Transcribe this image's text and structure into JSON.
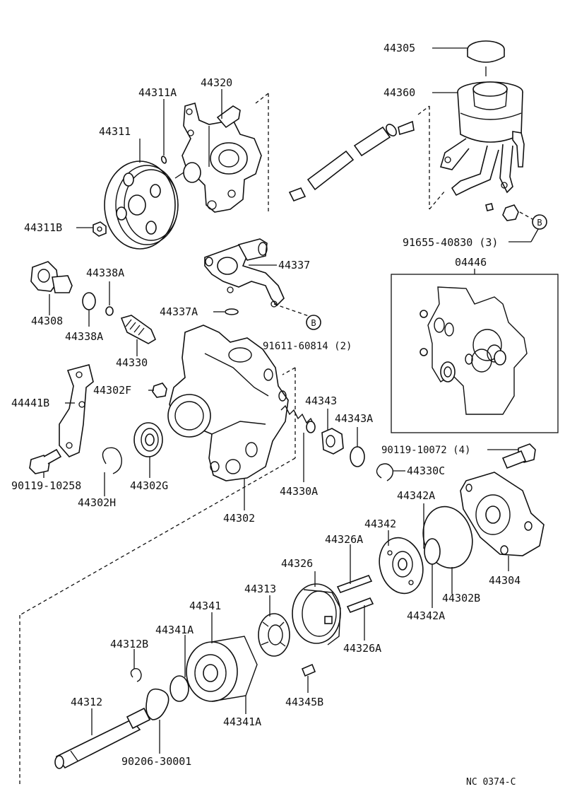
{
  "diagram": {
    "part_numbers": {
      "p44305": "44305",
      "p44360": "44360",
      "p44311A": "44311A",
      "p44320": "44320",
      "p44311": "44311",
      "p44311B": "44311B",
      "p91655": "91655-40830 (3)",
      "p04446": "04446",
      "p44337": "44337",
      "p44338A_top": "44338A",
      "p44308": "44308",
      "p44338A_bottom": "44338A",
      "p44337A": "44337A",
      "p91611": "91611-60814 (2)",
      "p44330": "44330",
      "p44302F": "44302F",
      "p44441B": "44441B",
      "p44343": "44343",
      "p44343A": "44343A",
      "p90119_10072": "90119-10072 (4)",
      "p44330C": "44330C",
      "p90119_10258": "90119-10258",
      "p44302G": "44302G",
      "p44302H": "44302H",
      "p44330A": "44330A",
      "p44302": "44302",
      "p44342A_top": "44342A",
      "p44342": "44342",
      "p44326A_top": "44326A",
      "p44326": "44326",
      "p44304": "44304",
      "p44302B": "44302B",
      "p44313": "44313",
      "p44342A_bottom": "44342A",
      "p44341": "44341",
      "p44341A_top": "44341A",
      "p44312B": "44312B",
      "p44326A_bottom": "44326A",
      "p44345B": "44345B",
      "p44312": "44312",
      "p44341A_bottom": "44341A",
      "p90206": "90206-30001"
    },
    "ref_markers": {
      "b1": "B",
      "b2": "B"
    },
    "code": "NC  0374-C"
  }
}
